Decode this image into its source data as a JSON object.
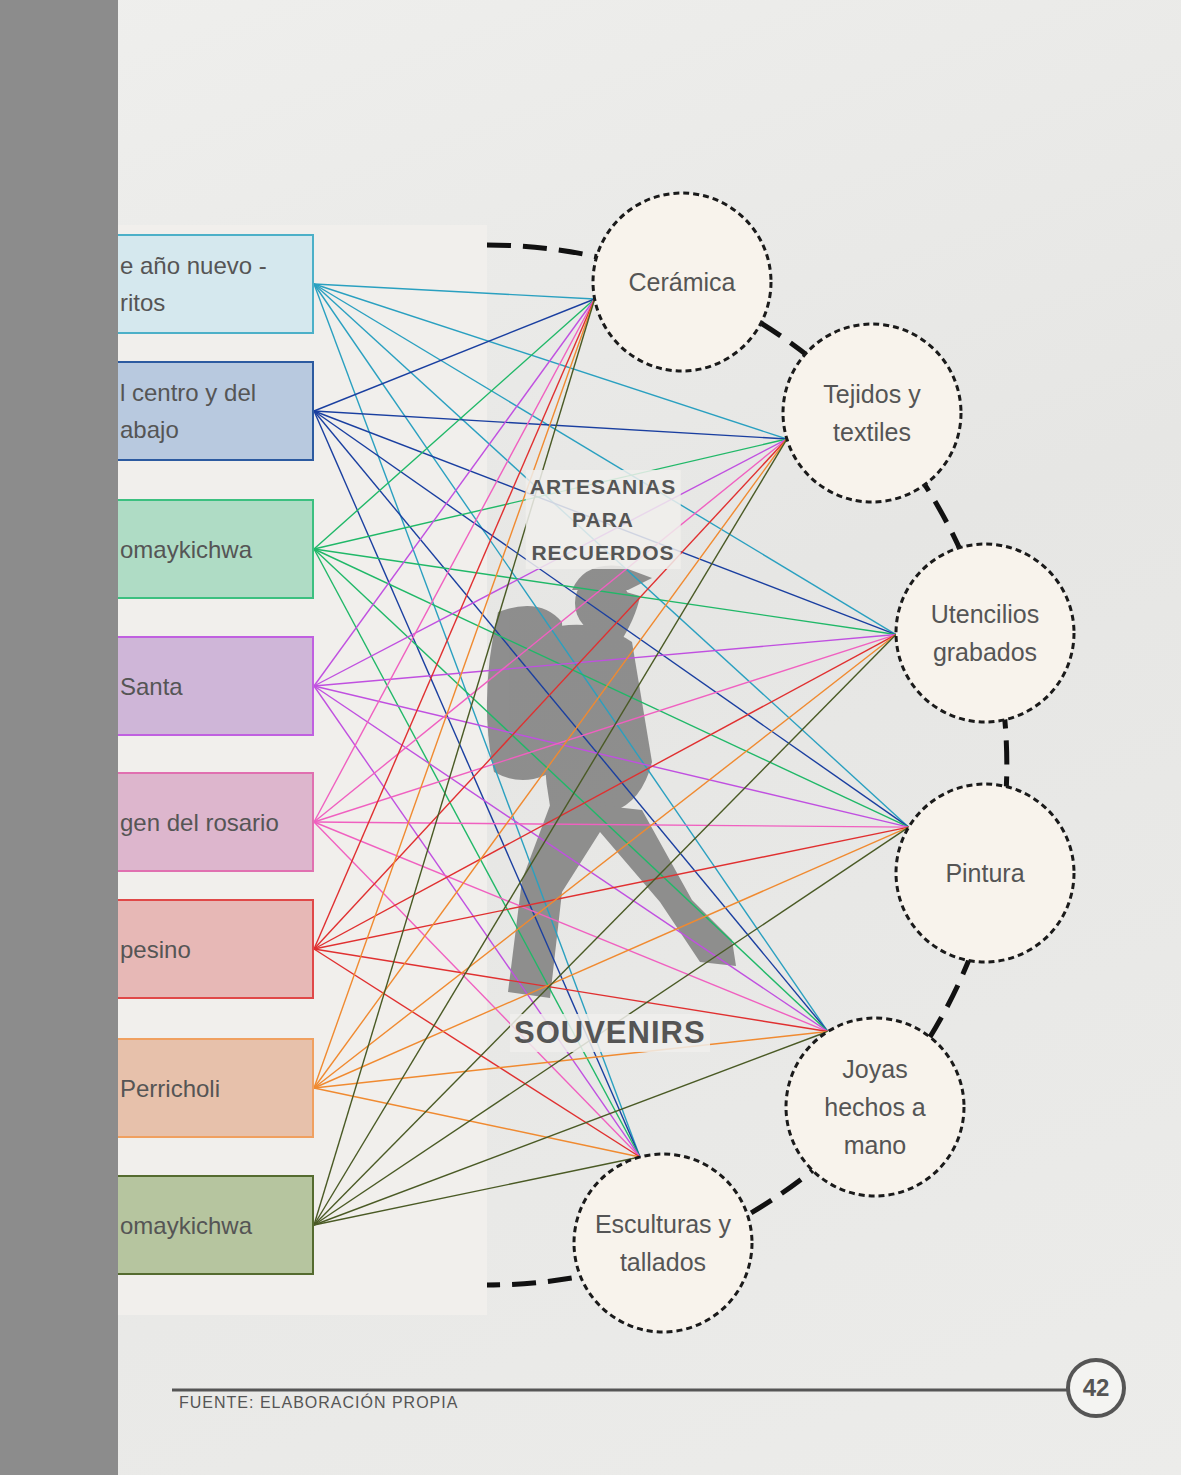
{
  "diagram": {
    "nodes": [
      {
        "text": [
          "e año nuevo - ritos"
        ]
      },
      {
        "text": [
          "l centro y del abajo"
        ]
      },
      {
        "text": [
          "omaykichwa"
        ]
      },
      {
        "text": [
          "Santa"
        ]
      },
      {
        "text": [
          "gen del rosario"
        ]
      },
      {
        "text": [
          "pesino"
        ]
      },
      {
        "text": [
          "Perricholi"
        ]
      },
      {
        "text": [
          "omaykichwa"
        ]
      },
      {
        "text": [
          "Cerámica"
        ]
      },
      {
        "text": [
          "Tejidos y textiles"
        ]
      },
      {
        "text": [
          "Utencilios grabados"
        ]
      },
      {
        "text": [
          "Pintura"
        ]
      },
      {
        "text": [
          "Joyas hechos a mano"
        ]
      },
      {
        "text": [
          "Esculturas y tallados"
        ]
      }
    ],
    "edges": [
      {
        "from": 0,
        "to": 8,
        "arrow": "none"
      },
      {
        "from": 0,
        "to": 9,
        "arrow": "none"
      },
      {
        "from": 0,
        "to": 10,
        "arrow": "none"
      },
      {
        "from": 0,
        "to": 11,
        "arrow": "none"
      },
      {
        "from": 0,
        "to": 12,
        "arrow": "none"
      },
      {
        "from": 0,
        "to": 13,
        "arrow": "none"
      },
      {
        "from": 1,
        "to": 8,
        "arrow": "none"
      },
      {
        "from": 1,
        "to": 9,
        "arrow": "none"
      },
      {
        "from": 1,
        "to": 10,
        "arrow": "none"
      },
      {
        "from": 1,
        "to": 11,
        "arrow": "none"
      },
      {
        "from": 1,
        "to": 12,
        "arrow": "none"
      },
      {
        "from": 1,
        "to": 13,
        "arrow": "none"
      },
      {
        "from": 2,
        "to": 8,
        "arrow": "none"
      },
      {
        "from": 2,
        "to": 9,
        "arrow": "none"
      },
      {
        "from": 2,
        "to": 10,
        "arrow": "none"
      },
      {
        "from": 2,
        "to": 11,
        "arrow": "none"
      },
      {
        "from": 2,
        "to": 12,
        "arrow": "none"
      },
      {
        "from": 2,
        "to": 13,
        "arrow": "none"
      },
      {
        "from": 3,
        "to": 8,
        "arrow": "none"
      },
      {
        "from": 3,
        "to": 9,
        "arrow": "none"
      },
      {
        "from": 3,
        "to": 10,
        "arrow": "none"
      },
      {
        "from": 3,
        "to": 11,
        "arrow": "none"
      },
      {
        "from": 3,
        "to": 12,
        "arrow": "none"
      },
      {
        "from": 3,
        "to": 13,
        "arrow": "none"
      },
      {
        "from": 4,
        "to": 8,
        "arrow": "none"
      },
      {
        "from": 4,
        "to": 9,
        "arrow": "none"
      },
      {
        "from": 4,
        "to": 10,
        "arrow": "none"
      },
      {
        "from": 4,
        "to": 11,
        "arrow": "none"
      },
      {
        "from": 4,
        "to": 12,
        "arrow": "none"
      },
      {
        "from": 4,
        "to": 13,
        "arrow": "none"
      },
      {
        "from": 5,
        "to": 8,
        "arrow": "none"
      },
      {
        "from": 5,
        "to": 9,
        "arrow": "none"
      },
      {
        "from": 5,
        "to": 10,
        "arrow": "none"
      },
      {
        "from": 5,
        "to": 11,
        "arrow": "none"
      },
      {
        "from": 5,
        "to": 12,
        "arrow": "none"
      },
      {
        "from": 5,
        "to": 13,
        "arrow": "none"
      },
      {
        "from": 6,
        "to": 8,
        "arrow": "none"
      },
      {
        "from": 6,
        "to": 9,
        "arrow": "none"
      },
      {
        "from": 6,
        "to": 10,
        "arrow": "none"
      },
      {
        "from": 6,
        "to": 11,
        "arrow": "none"
      },
      {
        "from": 6,
        "to": 12,
        "arrow": "none"
      },
      {
        "from": 6,
        "to": 13,
        "arrow": "none"
      },
      {
        "from": 7,
        "to": 8,
        "arrow": "none"
      },
      {
        "from": 7,
        "to": 9,
        "arrow": "none"
      },
      {
        "from": 7,
        "to": 10,
        "arrow": "none"
      },
      {
        "from": 7,
        "to": 11,
        "arrow": "none"
      },
      {
        "from": 7,
        "to": 12,
        "arrow": "none"
      },
      {
        "from": 7,
        "to": 13,
        "arrow": "none"
      }
    ],
    "labels": [
      "ARTESANIAS PARA RECUERDOS",
      "SOUVENIRS",
      "FUENTE: ELABORACIÓN PROPIA",
      "42"
    ]
  }
}
